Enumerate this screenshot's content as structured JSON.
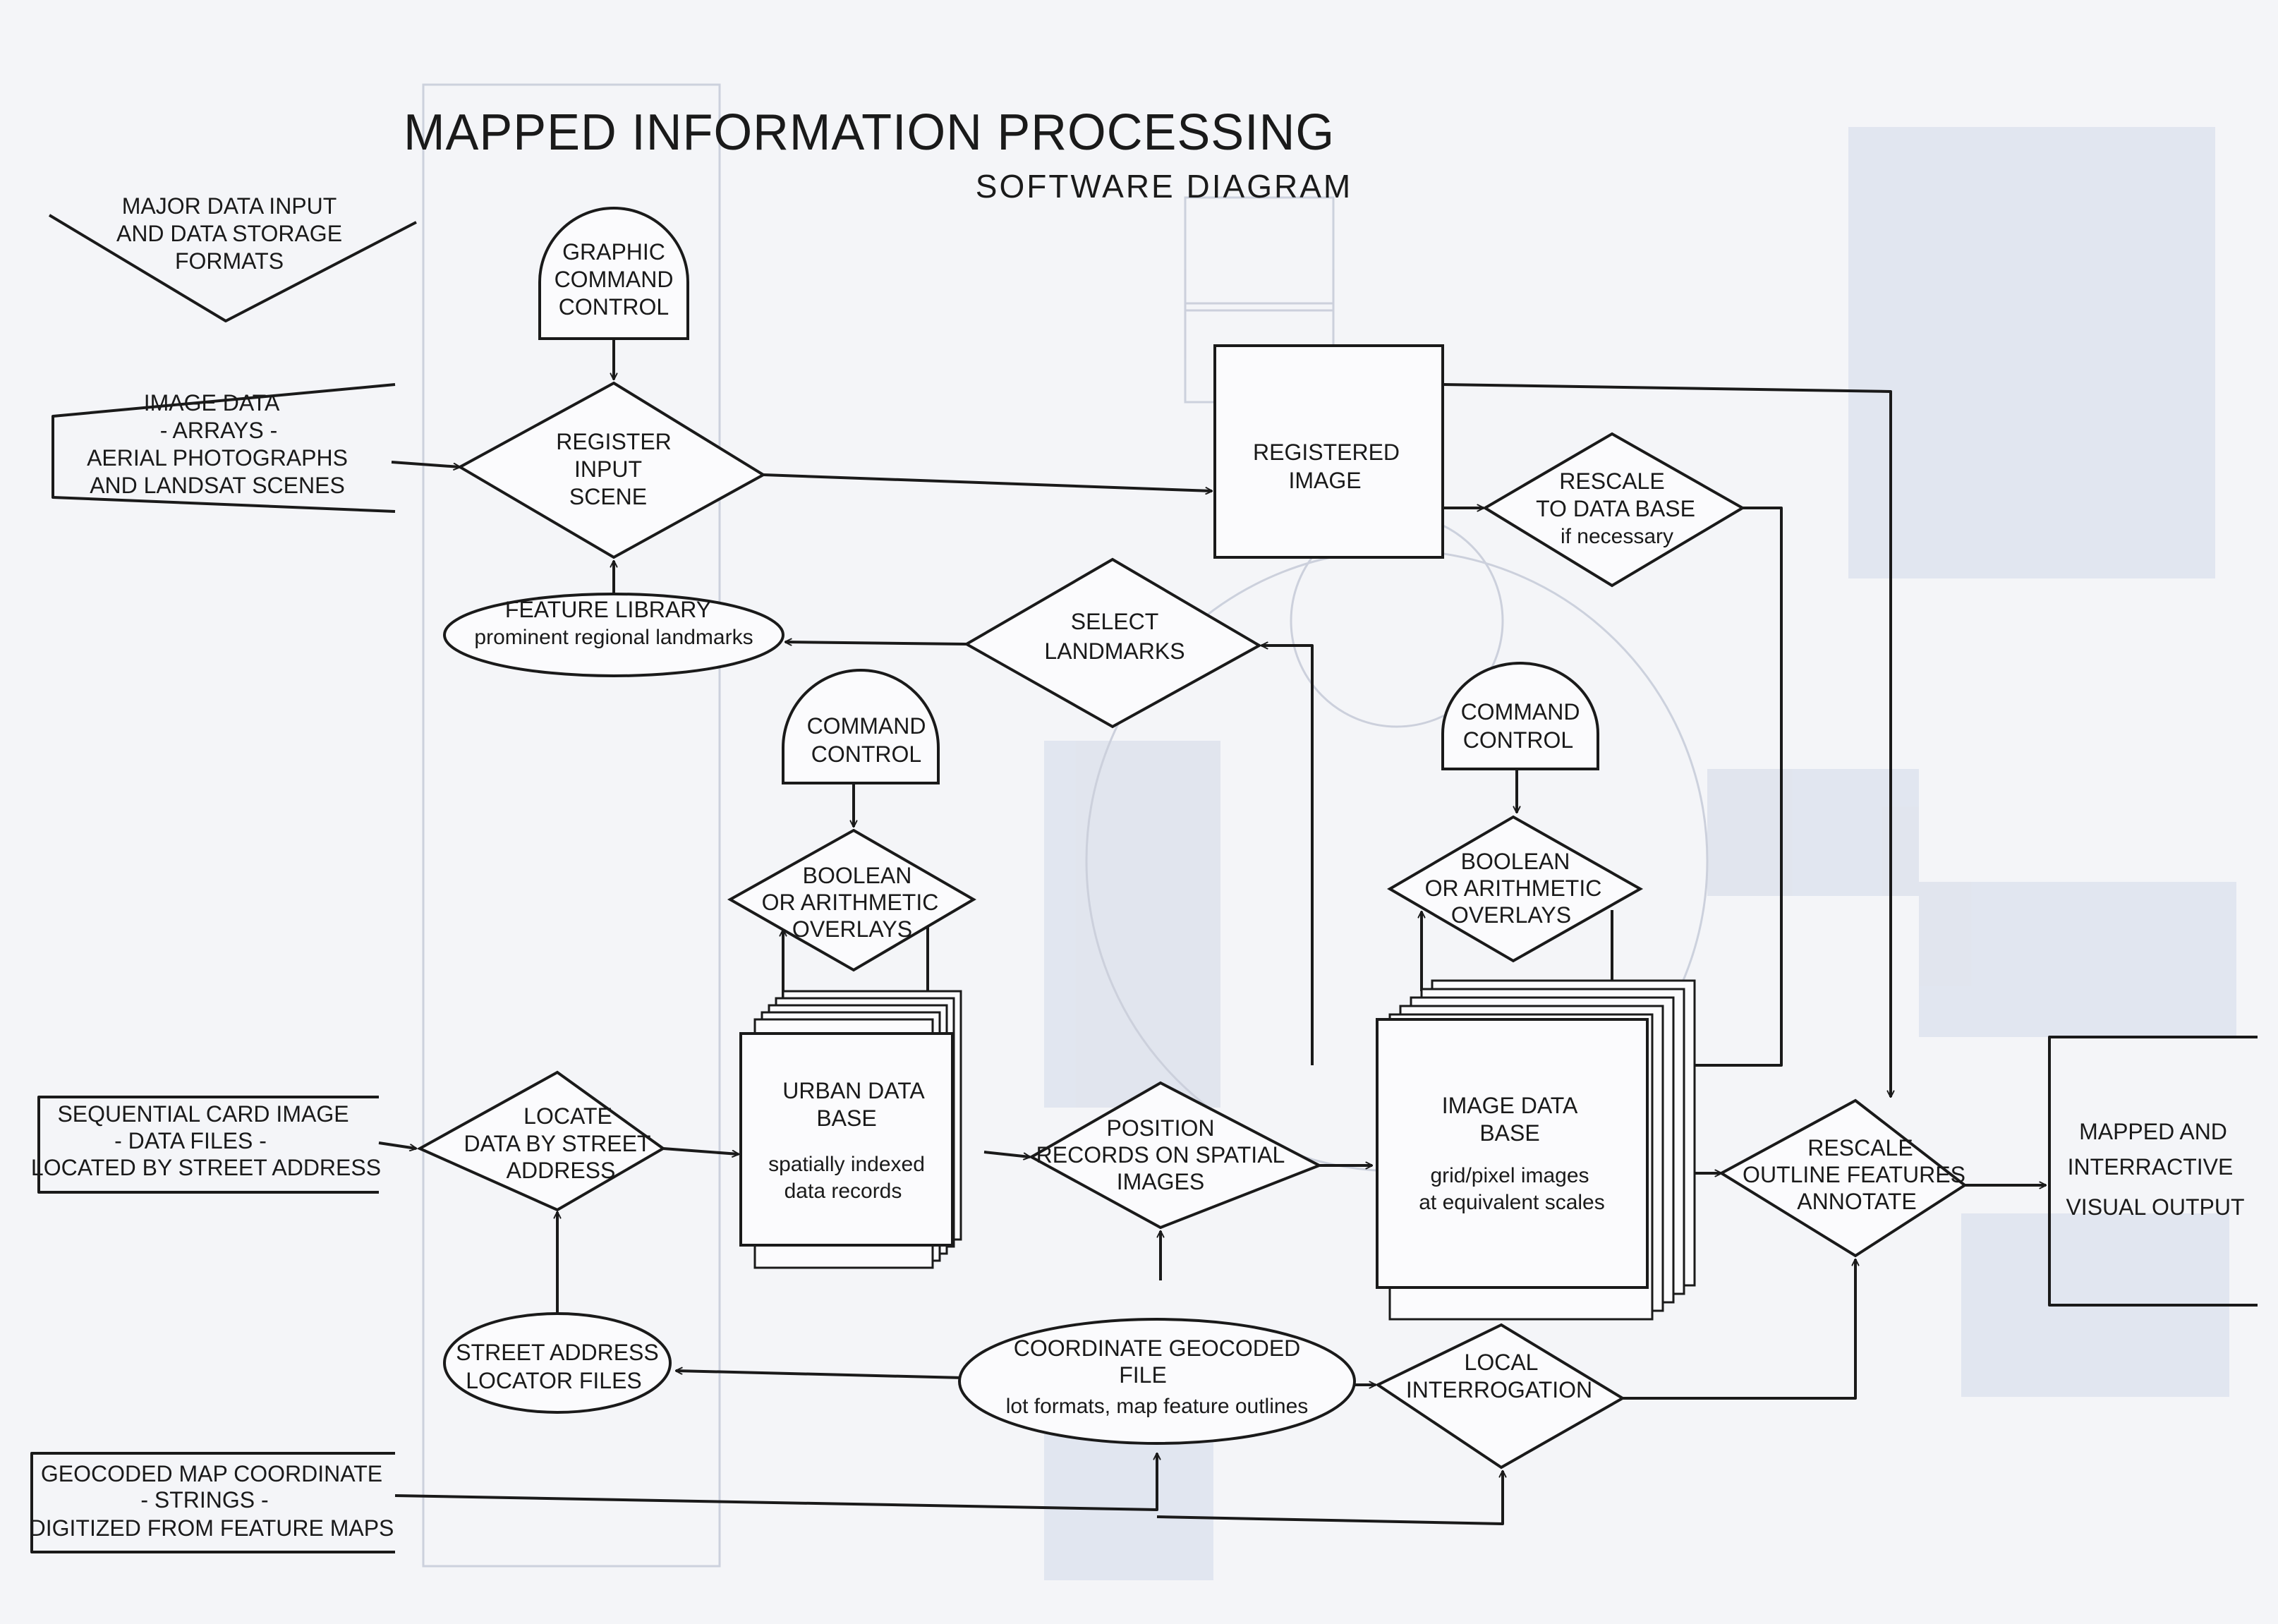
{
  "diagram": {
    "title": "MAPPED INFORMATION PROCESSING",
    "subtitle": "SOFTWARE DIAGRAM",
    "colors": {
      "ink": "#1a1a1a",
      "paper": "#f4f5f8",
      "ghost": "#c8cdd9"
    },
    "nodes": {
      "legend": [
        "MAJOR DATA INPUT",
        "AND DATA STORAGE",
        "FORMATS"
      ],
      "graphic_command": [
        "GRAPHIC",
        "COMMAND",
        "CONTROL"
      ],
      "image_input": [
        "IMAGE DATA",
        "- ARRAYS -",
        "AERIAL PHOTOGRAPHS",
        "AND LANDSAT SCENES"
      ],
      "register": [
        "REGISTER",
        "INPUT",
        "SCENE"
      ],
      "registered_image": [
        "REGISTERED",
        "IMAGE"
      ],
      "rescale_db": [
        "RESCALE",
        "TO DATA BASE",
        "if necessary"
      ],
      "feature_library": [
        "FEATURE LIBRARY",
        "prominent regional landmarks"
      ],
      "select_landmarks": [
        "SELECT",
        "LANDMARKS"
      ],
      "command_left": [
        "COMMAND",
        "CONTROL"
      ],
      "boolean_left": [
        "BOOLEAN",
        "OR ARITHMETIC",
        "OVERLAYS"
      ],
      "command_right": [
        "COMMAND",
        "CONTROL"
      ],
      "boolean_right": [
        "BOOLEAN",
        "OR ARITHMETIC",
        "OVERLAYS"
      ],
      "card_input": [
        "SEQUENTIAL CARD IMAGE",
        "- DATA FILES -",
        "LOCATED BY STREET ADDRESS"
      ],
      "locate": [
        "LOCATE",
        "DATA BY STREET",
        "ADDRESS"
      ],
      "urban_db": [
        "URBAN DATA",
        "BASE",
        "spatially indexed",
        "data records"
      ],
      "position": [
        "POSITION",
        "RECORDS ON SPATIAL",
        "IMAGES"
      ],
      "image_db": [
        "IMAGE DATA",
        "BASE",
        "grid/pixel images",
        "at equivalent scales"
      ],
      "rescale_outline": [
        "RESCALE",
        "OUTLINE FEATURES",
        "ANNOTATE"
      ],
      "output": [
        "MAPPED AND",
        "INTERRACTIVE",
        "VISUAL OUTPUT"
      ],
      "street_files": [
        "STREET ADDRESS",
        "LOCATOR FILES"
      ],
      "geocoded_file": [
        "COORDINATE GEOCODED",
        "FILE",
        "lot formats, map feature outlines"
      ],
      "local_interrogation": [
        "LOCAL",
        "INTERROGATION"
      ],
      "geocoded_input": [
        "GEOCODED MAP COORDINATE",
        "- STRINGS -",
        "DIGITIZED FROM FEATURE MAPS"
      ]
    }
  }
}
